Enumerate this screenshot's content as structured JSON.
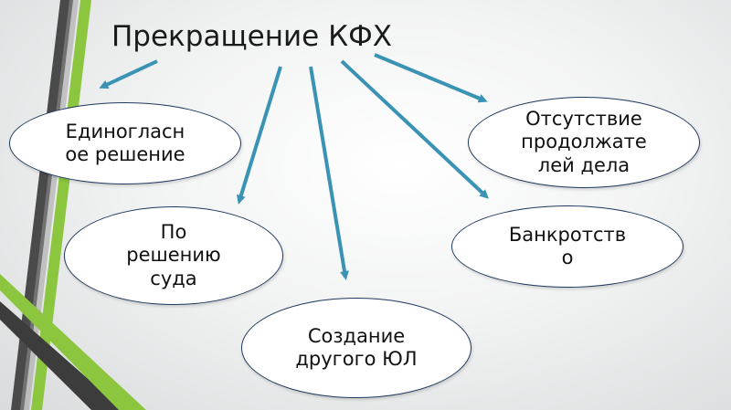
{
  "title": "Прекращение КФХ",
  "nodes": {
    "unanimous": [
      "Единогласн",
      "ое решение"
    ],
    "absence": [
      "Отсутствие",
      "продолжате",
      "лей дела"
    ],
    "court": [
      "По",
      "решению",
      "суда"
    ],
    "bankruptcy": [
      "Банкротств",
      "о"
    ],
    "new_entity": [
      "Создание",
      "другого ЮЛ"
    ]
  },
  "colors": {
    "arrow": "#3a93b4",
    "node_border": "#1f3a60",
    "stripe_green": "#8cc63f",
    "stripe_dark": "#4a4a4a"
  }
}
